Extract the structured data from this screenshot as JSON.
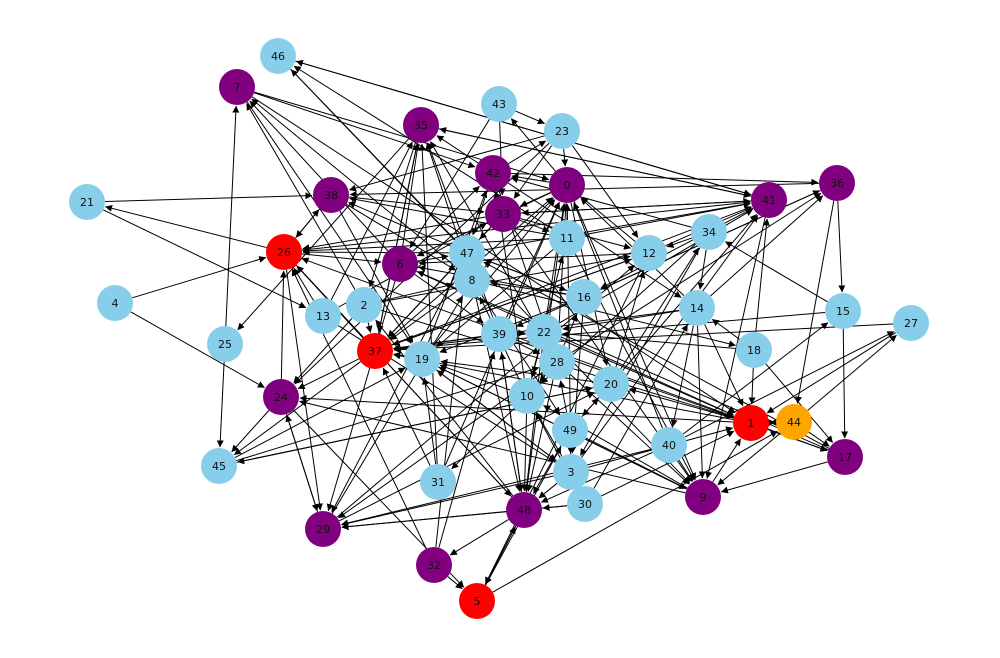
{
  "colors": {
    "default": "#87ceeb",
    "purple": "#800080",
    "red": "#ff0000",
    "orange": "#ffa500",
    "edge": "#000000"
  },
  "nodes": [
    {
      "id": "0",
      "color": "purple"
    },
    {
      "id": "1",
      "color": "red"
    },
    {
      "id": "2",
      "color": "default"
    },
    {
      "id": "3",
      "color": "default"
    },
    {
      "id": "4",
      "color": "default"
    },
    {
      "id": "5",
      "color": "red"
    },
    {
      "id": "6",
      "color": "purple"
    },
    {
      "id": "7",
      "color": "purple"
    },
    {
      "id": "8",
      "color": "default"
    },
    {
      "id": "9",
      "color": "purple"
    },
    {
      "id": "10",
      "color": "default"
    },
    {
      "id": "11",
      "color": "default"
    },
    {
      "id": "12",
      "color": "default"
    },
    {
      "id": "13",
      "color": "default"
    },
    {
      "id": "14",
      "color": "default"
    },
    {
      "id": "15",
      "color": "default"
    },
    {
      "id": "16",
      "color": "default"
    },
    {
      "id": "17",
      "color": "purple"
    },
    {
      "id": "18",
      "color": "default"
    },
    {
      "id": "19",
      "color": "default"
    },
    {
      "id": "20",
      "color": "default"
    },
    {
      "id": "21",
      "color": "default"
    },
    {
      "id": "22",
      "color": "default"
    },
    {
      "id": "23",
      "color": "default"
    },
    {
      "id": "24",
      "color": "purple"
    },
    {
      "id": "25",
      "color": "default"
    },
    {
      "id": "26",
      "color": "red"
    },
    {
      "id": "27",
      "color": "default"
    },
    {
      "id": "28",
      "color": "default"
    },
    {
      "id": "29",
      "color": "purple"
    },
    {
      "id": "30",
      "color": "default"
    },
    {
      "id": "31",
      "color": "default"
    },
    {
      "id": "32",
      "color": "purple"
    },
    {
      "id": "33",
      "color": "purple"
    },
    {
      "id": "34",
      "color": "default"
    },
    {
      "id": "35",
      "color": "purple"
    },
    {
      "id": "36",
      "color": "purple"
    },
    {
      "id": "37",
      "color": "red"
    },
    {
      "id": "38",
      "color": "purple"
    },
    {
      "id": "39",
      "color": "default"
    },
    {
      "id": "40",
      "color": "default"
    },
    {
      "id": "41",
      "color": "purple"
    },
    {
      "id": "42",
      "color": "purple"
    },
    {
      "id": "43",
      "color": "default"
    },
    {
      "id": "44",
      "color": "orange"
    },
    {
      "id": "45",
      "color": "default"
    },
    {
      "id": "46",
      "color": "default"
    },
    {
      "id": "47",
      "color": "default"
    },
    {
      "id": "48",
      "color": "purple"
    },
    {
      "id": "49",
      "color": "default"
    }
  ],
  "edges": [
    [
      "4",
      "26"
    ],
    [
      "4",
      "24"
    ],
    [
      "21",
      "38"
    ],
    [
      "26",
      "21"
    ],
    [
      "21",
      "13"
    ],
    [
      "25",
      "7"
    ],
    [
      "25",
      "45"
    ],
    [
      "24",
      "26"
    ],
    [
      "24",
      "29"
    ],
    [
      "24",
      "45"
    ],
    [
      "24",
      "5"
    ],
    [
      "26",
      "29"
    ],
    [
      "26",
      "41"
    ],
    [
      "26",
      "6"
    ],
    [
      "26",
      "48"
    ],
    [
      "26",
      "38"
    ],
    [
      "13",
      "35"
    ],
    [
      "13",
      "33"
    ],
    [
      "13",
      "26"
    ],
    [
      "13",
      "3"
    ],
    [
      "2",
      "24"
    ],
    [
      "2",
      "37"
    ],
    [
      "2",
      "1"
    ],
    [
      "2",
      "12"
    ],
    [
      "2",
      "7"
    ],
    [
      "2",
      "8"
    ],
    [
      "37",
      "24"
    ],
    [
      "37",
      "45"
    ],
    [
      "37",
      "35"
    ],
    [
      "37",
      "0"
    ],
    [
      "37",
      "26"
    ],
    [
      "37",
      "12"
    ],
    [
      "37",
      "41"
    ],
    [
      "19",
      "37"
    ],
    [
      "19",
      "0"
    ],
    [
      "19",
      "42"
    ],
    [
      "19",
      "9"
    ],
    [
      "19",
      "3"
    ],
    [
      "31",
      "19"
    ],
    [
      "31",
      "37"
    ],
    [
      "31",
      "0"
    ],
    [
      "31",
      "35"
    ],
    [
      "29",
      "24"
    ],
    [
      "29",
      "8"
    ],
    [
      "29",
      "20"
    ],
    [
      "29",
      "12"
    ],
    [
      "32",
      "26"
    ],
    [
      "32",
      "5"
    ],
    [
      "32",
      "47"
    ],
    [
      "32",
      "39"
    ],
    [
      "5",
      "48"
    ],
    [
      "5",
      "49"
    ],
    [
      "5",
      "44"
    ],
    [
      "48",
      "5"
    ],
    [
      "48",
      "32"
    ],
    [
      "48",
      "29"
    ],
    [
      "48",
      "0"
    ],
    [
      "48",
      "2"
    ],
    [
      "48",
      "39"
    ],
    [
      "48",
      "26"
    ],
    [
      "3",
      "48"
    ],
    [
      "3",
      "29"
    ],
    [
      "3",
      "19"
    ],
    [
      "3",
      "10"
    ],
    [
      "3",
      "0"
    ],
    [
      "3",
      "41"
    ],
    [
      "3",
      "1"
    ],
    [
      "30",
      "48"
    ],
    [
      "30",
      "29"
    ],
    [
      "30",
      "14"
    ],
    [
      "30",
      "1"
    ],
    [
      "30",
      "10"
    ],
    [
      "9",
      "1"
    ],
    [
      "9",
      "24"
    ],
    [
      "9",
      "10"
    ],
    [
      "9",
      "19"
    ],
    [
      "40",
      "29"
    ],
    [
      "40",
      "9"
    ],
    [
      "40",
      "48"
    ],
    [
      "40",
      "27"
    ],
    [
      "40",
      "0"
    ],
    [
      "40",
      "15"
    ],
    [
      "17",
      "9"
    ],
    [
      "17",
      "6"
    ],
    [
      "17",
      "47"
    ],
    [
      "44",
      "1"
    ],
    [
      "44",
      "17"
    ],
    [
      "44",
      "9"
    ],
    [
      "44",
      "27"
    ],
    [
      "1",
      "44"
    ],
    [
      "1",
      "17"
    ],
    [
      "1",
      "24"
    ],
    [
      "1",
      "20"
    ],
    [
      "1",
      "26"
    ],
    [
      "1",
      "37"
    ],
    [
      "15",
      "17"
    ],
    [
      "15",
      "37"
    ],
    [
      "15",
      "34"
    ],
    [
      "18",
      "1"
    ],
    [
      "18",
      "41"
    ],
    [
      "18",
      "14"
    ],
    [
      "18",
      "17"
    ],
    [
      "18",
      "22"
    ],
    [
      "14",
      "0"
    ],
    [
      "14",
      "9"
    ],
    [
      "14",
      "40"
    ],
    [
      "14",
      "1"
    ],
    [
      "14",
      "36"
    ],
    [
      "14",
      "37"
    ],
    [
      "14",
      "22"
    ],
    [
      "34",
      "14"
    ],
    [
      "34",
      "12"
    ],
    [
      "34",
      "3"
    ],
    [
      "34",
      "10"
    ],
    [
      "34",
      "42"
    ],
    [
      "36",
      "15"
    ],
    [
      "36",
      "44"
    ],
    [
      "36",
      "38"
    ],
    [
      "36",
      "16"
    ],
    [
      "41",
      "9"
    ],
    [
      "41",
      "33"
    ],
    [
      "41",
      "35"
    ],
    [
      "41",
      "46"
    ],
    [
      "41",
      "16"
    ],
    [
      "12",
      "6"
    ],
    [
      "12",
      "5"
    ],
    [
      "12",
      "0"
    ],
    [
      "12",
      "41"
    ],
    [
      "12",
      "37"
    ],
    [
      "20",
      "19"
    ],
    [
      "20",
      "49"
    ],
    [
      "20",
      "45"
    ],
    [
      "20",
      "12"
    ],
    [
      "20",
      "34"
    ],
    [
      "20",
      "41"
    ],
    [
      "10",
      "48"
    ],
    [
      "10",
      "19"
    ],
    [
      "10",
      "8"
    ],
    [
      "10",
      "42"
    ],
    [
      "10",
      "31"
    ],
    [
      "10",
      "11"
    ],
    [
      "49",
      "3"
    ],
    [
      "49",
      "9"
    ],
    [
      "49",
      "48"
    ],
    [
      "49",
      "28"
    ],
    [
      "49",
      "20"
    ],
    [
      "28",
      "10"
    ],
    [
      "28",
      "9"
    ],
    [
      "28",
      "48"
    ],
    [
      "28",
      "29"
    ],
    [
      "28",
      "35"
    ],
    [
      "28",
      "16"
    ],
    [
      "28",
      "36"
    ],
    [
      "22",
      "37"
    ],
    [
      "22",
      "48"
    ],
    [
      "22",
      "10"
    ],
    [
      "22",
      "0"
    ],
    [
      "22",
      "41"
    ],
    [
      "22",
      "1"
    ],
    [
      "39",
      "37"
    ],
    [
      "39",
      "22"
    ],
    [
      "39",
      "28"
    ],
    [
      "39",
      "0"
    ],
    [
      "39",
      "35"
    ],
    [
      "39",
      "48"
    ],
    [
      "39",
      "17"
    ],
    [
      "16",
      "8"
    ],
    [
      "16",
      "47"
    ],
    [
      "16",
      "3"
    ],
    [
      "16",
      "19"
    ],
    [
      "16",
      "36"
    ],
    [
      "16",
      "6"
    ],
    [
      "16",
      "39"
    ],
    [
      "11",
      "19"
    ],
    [
      "11",
      "26"
    ],
    [
      "11",
      "9"
    ],
    [
      "11",
      "38"
    ],
    [
      "11",
      "41"
    ],
    [
      "11",
      "46"
    ],
    [
      "11",
      "0"
    ],
    [
      "8",
      "7"
    ],
    [
      "8",
      "37"
    ],
    [
      "8",
      "0"
    ],
    [
      "8",
      "35"
    ],
    [
      "8",
      "48"
    ],
    [
      "8",
      "18"
    ],
    [
      "8",
      "49"
    ],
    [
      "47",
      "38"
    ],
    [
      "47",
      "46"
    ],
    [
      "47",
      "26"
    ],
    [
      "47",
      "41"
    ],
    [
      "47",
      "29"
    ],
    [
      "47",
      "16"
    ],
    [
      "47",
      "37"
    ],
    [
      "6",
      "47"
    ],
    [
      "6",
      "35"
    ],
    [
      "6",
      "7"
    ],
    [
      "6",
      "42"
    ],
    [
      "6",
      "1"
    ],
    [
      "6",
      "29"
    ],
    [
      "6",
      "39"
    ],
    [
      "33",
      "26"
    ],
    [
      "33",
      "12"
    ],
    [
      "33",
      "41"
    ],
    [
      "33",
      "11"
    ],
    [
      "33",
      "47"
    ],
    [
      "33",
      "37"
    ],
    [
      "33",
      "9"
    ],
    [
      "42",
      "23"
    ],
    [
      "42",
      "35"
    ],
    [
      "42",
      "47"
    ],
    [
      "42",
      "28"
    ],
    [
      "42",
      "36"
    ],
    [
      "42",
      "14"
    ],
    [
      "0",
      "6"
    ],
    [
      "0",
      "43"
    ],
    [
      "0",
      "28"
    ],
    [
      "0",
      "9"
    ],
    [
      "0",
      "33"
    ],
    [
      "0",
      "20"
    ],
    [
      "0",
      "42"
    ],
    [
      "23",
      "12"
    ],
    [
      "23",
      "24"
    ],
    [
      "23",
      "0"
    ],
    [
      "23",
      "33"
    ],
    [
      "23",
      "38"
    ],
    [
      "43",
      "23"
    ],
    [
      "43",
      "33"
    ],
    [
      "43",
      "6"
    ],
    [
      "35",
      "37"
    ],
    [
      "35",
      "41"
    ],
    [
      "35",
      "2"
    ],
    [
      "35",
      "25"
    ],
    [
      "38",
      "8"
    ],
    [
      "38",
      "26"
    ],
    [
      "38",
      "33"
    ],
    [
      "38",
      "19"
    ],
    [
      "7",
      "19"
    ],
    [
      "7",
      "42"
    ],
    [
      "7",
      "0"
    ],
    [
      "7",
      "1"
    ],
    [
      "46",
      "41"
    ],
    [
      "46",
      "9"
    ],
    [
      "45",
      "20"
    ],
    [
      "45",
      "28"
    ],
    [
      "45",
      "19"
    ],
    [
      "27",
      "1"
    ],
    [
      "27",
      "37"
    ]
  ]
}
